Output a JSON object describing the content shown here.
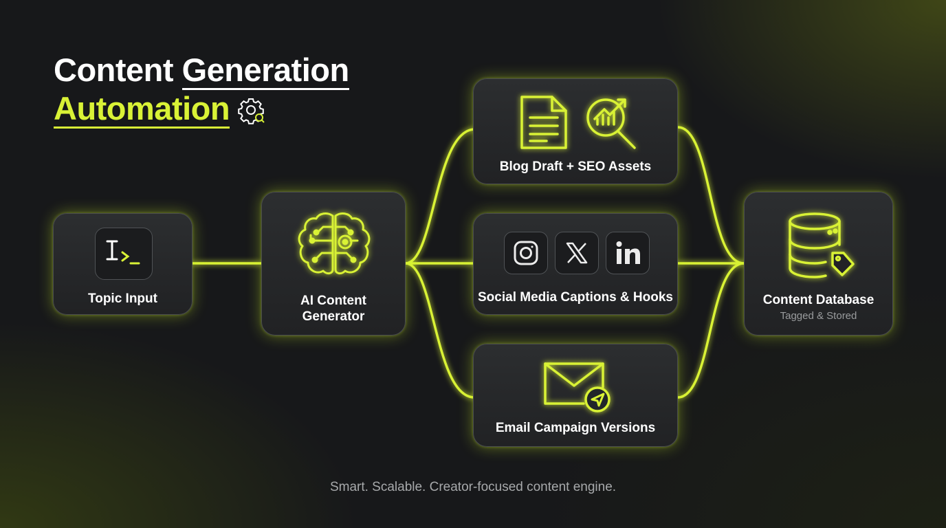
{
  "title": {
    "line1_plain": "Content ",
    "line1_underlined": "Generation",
    "line2": "Automation"
  },
  "nodes": {
    "topic_input": "Topic Input",
    "ai_generator": "AI Content\nGenerator",
    "blog": "Blog Draft + SEO Assets",
    "social": "Social Media Captions & Hooks",
    "email": "Email Campaign Versions",
    "database": "Content Database",
    "database_sub": "Tagged & Stored"
  },
  "icons": {
    "title": "gear-icon",
    "topic_input": "text-cursor-terminal-icon",
    "ai_generator": "brain-circuit-icon",
    "blog": [
      "document-icon",
      "seo-growth-magnifier-icon"
    ],
    "social": [
      "instagram-icon",
      "x-icon",
      "linkedin-icon"
    ],
    "email": "envelope-send-icon",
    "database": "database-tag-icon"
  },
  "tagline": "Smart. Scalable. Creator-focused content engine.",
  "colors": {
    "accent": "#d9f236",
    "background": "#17181a",
    "card": "#28292b"
  }
}
